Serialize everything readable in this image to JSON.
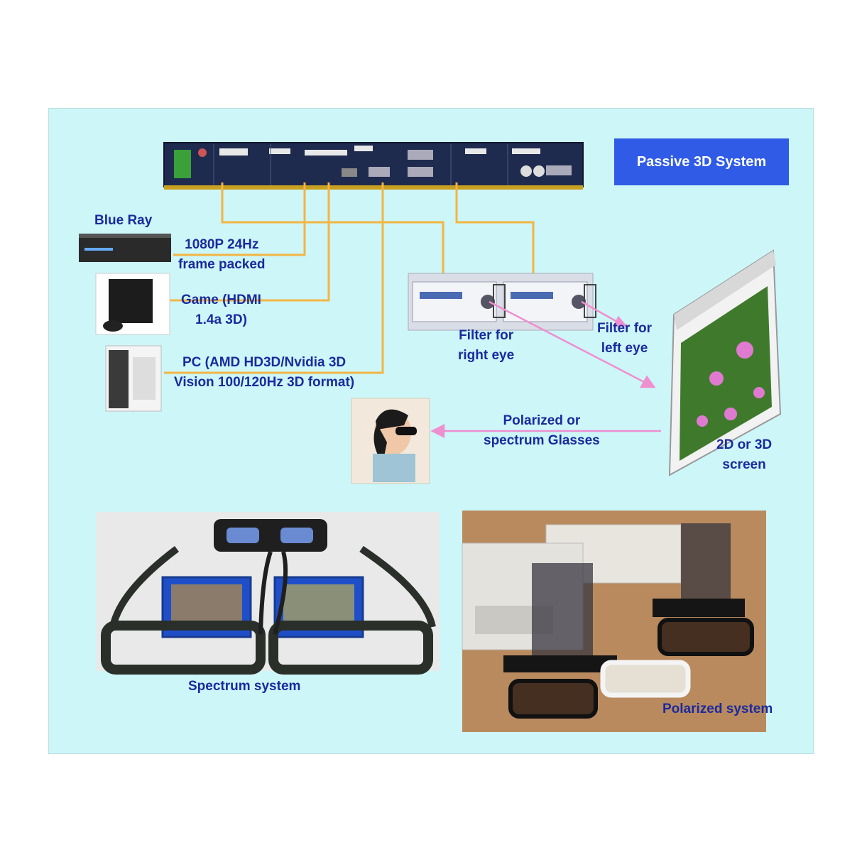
{
  "title": "Passive 3D System",
  "sources": {
    "blue_ray": "Blue Ray",
    "blue_ray_signal": "1080P 24Hz\nframe packed",
    "game_signal": "Game (HDMI\n1.4a 3D)",
    "pc_signal": "PC (AMD HD3D/Nvidia 3D\nVision 100/120Hz 3D format)"
  },
  "filters": {
    "right": "Filter for\nright eye",
    "left": "Filter for\nleft eye"
  },
  "screen_label": "2D or 3D\nscreen",
  "glasses_label": "Polarized or\nspectrum Glasses",
  "spectrum_caption": "Spectrum system",
  "polarized_caption": "Polarized system",
  "colors": {
    "background": "#cdf6f8",
    "cable": "#f2b544",
    "arrow": "#ee8fd0",
    "text": "#1a2a9e",
    "title_box": "#2f5be6"
  }
}
